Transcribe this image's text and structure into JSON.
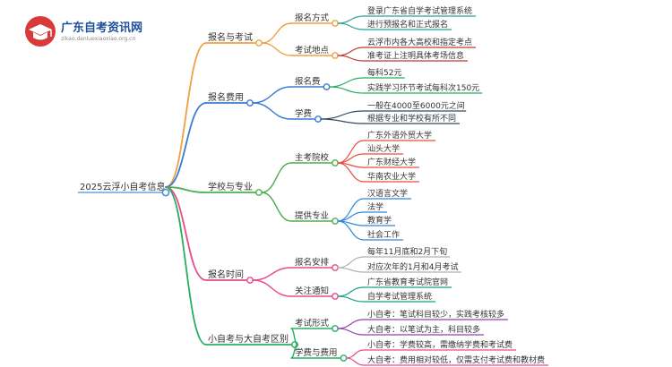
{
  "logo": {
    "title": "广东自考资讯网",
    "subtitle": "zikao.danluexiaoxiao.org.cn"
  },
  "mindmap": {
    "root": "2025云浮小自考信息",
    "branches": [
      {
        "label": "报名与考试",
        "color": "#f0a040",
        "groups": [
          {
            "label": "报名方式",
            "color": "#2aa198",
            "items": [
              "登录广东省自学考试管理系统",
              "进行预报名和正式报名"
            ]
          },
          {
            "label": "考试地点",
            "color": "#c0392b",
            "items": [
              "云浮市内各大高校和指定考点",
              "准考证上注明具体考场信息"
            ]
          }
        ]
      },
      {
        "label": "报名费用",
        "color": "#3a7bd5",
        "groups": [
          {
            "label": "报名费",
            "color": "#27ae60",
            "items": [
              "每科52元",
              "实践学习环节考试每科次150元"
            ]
          },
          {
            "label": "学费",
            "color": "#34495e",
            "items": [
              "一般在4000至6000元之间",
              "根据专业和学校有所不同"
            ]
          }
        ]
      },
      {
        "label": "学校与专业",
        "color": "#4caf50",
        "groups": [
          {
            "label": "主考院校",
            "color": "#e74c3c",
            "items": [
              "广东外语外贸大学",
              "汕头大学",
              "广东财经大学",
              "华南农业大学"
            ]
          },
          {
            "label": "提供专业",
            "color": "#2e86de",
            "items": [
              "汉语言文学",
              "法学",
              "教育学",
              "社会工作"
            ]
          }
        ]
      },
      {
        "label": "报名时间",
        "color": "#e84a8a",
        "groups": [
          {
            "label": "报名安排",
            "color": "#b0b0b0",
            "items": [
              "每年11月底和2月下旬",
              "对应次年的1月和4月考试"
            ]
          },
          {
            "label": "关注通知",
            "color": "#16a085",
            "items": [
              "广东省教育考试院官网",
              "自学考试管理系统"
            ]
          }
        ]
      },
      {
        "label": "小自考与大自考区别",
        "color": "#27ae60",
        "groups": [
          {
            "label": "考试形式",
            "color": "#8e44ad",
            "items": [
              "小自考：笔试科目较少，实践考核较多",
              "大自考：以笔试为主，科目较多"
            ]
          },
          {
            "label": "学费与费用",
            "color": "#e84a8a",
            "items": [
              "小自考：学费较高，需缴纳学费和考试费",
              "大自考：费用相对较低，仅需支付考试费和教材费"
            ]
          }
        ]
      }
    ]
  }
}
